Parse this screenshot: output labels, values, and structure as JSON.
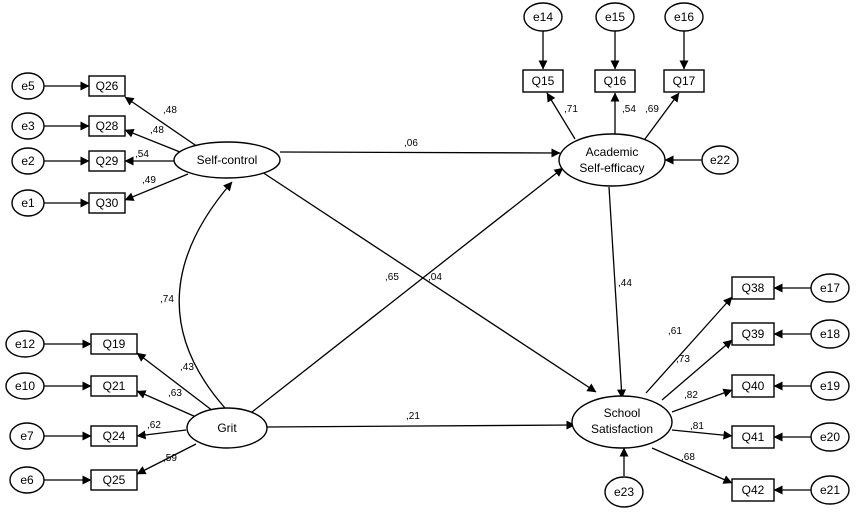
{
  "latents": {
    "self_control": [
      "Self-control"
    ],
    "academic_self_efficacy": [
      "Academic",
      "Self-efficacy"
    ],
    "grit": [
      "Grit"
    ],
    "school_satisfaction": [
      "School",
      "Satisfaction"
    ]
  },
  "observed": {
    "q26": "Q26",
    "q28": "Q28",
    "q29": "Q29",
    "q30": "Q30",
    "q15": "Q15",
    "q16": "Q16",
    "q17": "Q17",
    "q19": "Q19",
    "q21": "Q21",
    "q24": "Q24",
    "q25": "Q25",
    "q38": "Q38",
    "q39": "Q39",
    "q40": "Q40",
    "q41": "Q41",
    "q42": "Q42"
  },
  "errors": {
    "e5": "e5",
    "e3": "e3",
    "e2": "e2",
    "e1": "e1",
    "e14": "e14",
    "e15": "e15",
    "e16": "e16",
    "e22": "e22",
    "e12": "e12",
    "e10": "e10",
    "e7": "e7",
    "e6": "e6",
    "e17": "e17",
    "e18": "e18",
    "e19": "e19",
    "e20": "e20",
    "e21": "e21",
    "e23": "e23"
  },
  "loadings": {
    "q26": ",48",
    "q28": ",48",
    "q29": ",54",
    "q30": ",49",
    "q15": ",71",
    "q16": ",54",
    "q17": ",69",
    "q19": ",43",
    "q21": ",63",
    "q24": ",62",
    "q25": ",59",
    "q38": ",61",
    "q39": ",73",
    "q40": ",82",
    "q41": ",81",
    "q42": ",68"
  },
  "paths": {
    "sc_ase": ",06",
    "sc_ss": ",04",
    "grit_ase": ",65",
    "grit_ss": ",21",
    "ase_ss": ",44",
    "sc_grit_cov": ",74"
  }
}
